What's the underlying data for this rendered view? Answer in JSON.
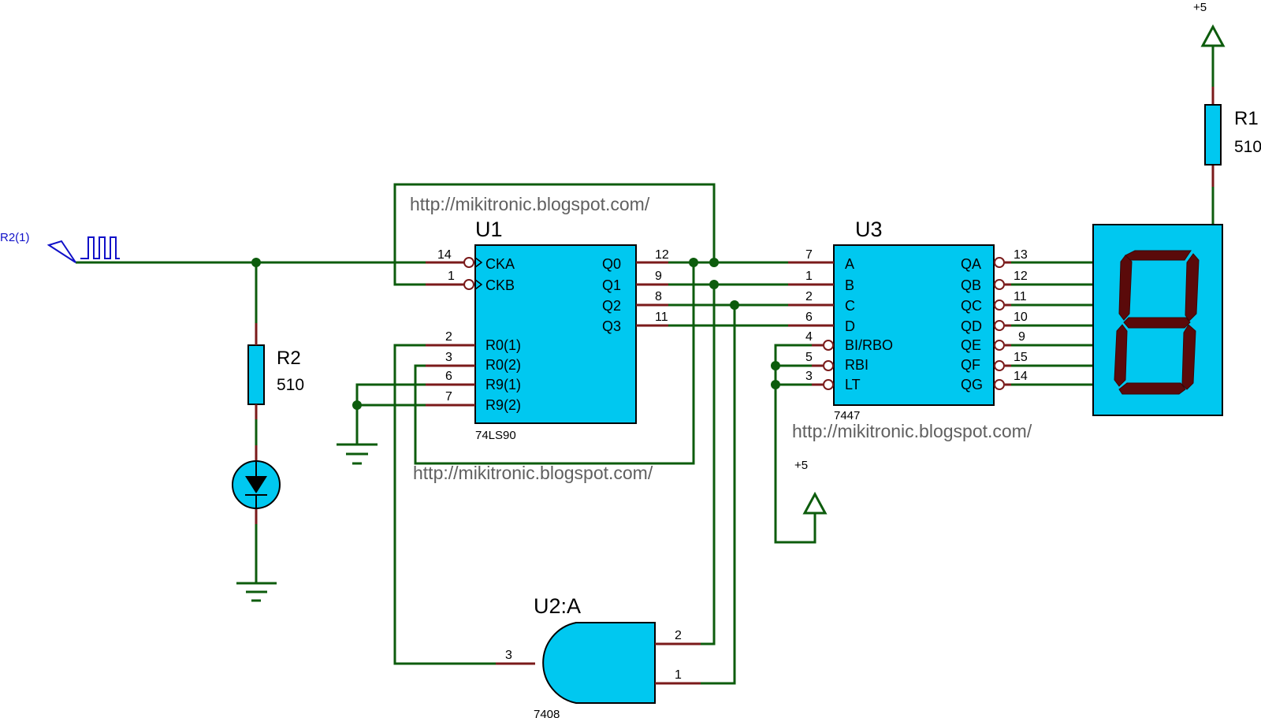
{
  "colors": {
    "wire": "#0d5c0d",
    "pin": "#7a1a1a",
    "chip": "#00c8f0",
    "chip_border": "#000000",
    "segment_on": "#5a0a0a",
    "signal": "#1010c8"
  },
  "watermark": "http://mikitronic.blogspot.com/",
  "generator": {
    "label": "R2(1)"
  },
  "power_label": "+5",
  "r1": {
    "ref": "R1",
    "value": "510"
  },
  "r2": {
    "ref": "R2",
    "value": "510"
  },
  "u1": {
    "ref": "U1",
    "part": "74LS90",
    "left_pins": [
      {
        "num": "14",
        "name": "CKA"
      },
      {
        "num": "1",
        "name": "CKB"
      },
      {
        "num": "2",
        "name": "R0(1)"
      },
      {
        "num": "3",
        "name": "R0(2)"
      },
      {
        "num": "6",
        "name": "R9(1)"
      },
      {
        "num": "7",
        "name": "R9(2)"
      }
    ],
    "right_pins": [
      {
        "num": "12",
        "name": "Q0"
      },
      {
        "num": "9",
        "name": "Q1"
      },
      {
        "num": "8",
        "name": "Q2"
      },
      {
        "num": "11",
        "name": "Q3"
      }
    ]
  },
  "u2": {
    "ref": "U2:A",
    "part": "7408",
    "pins": [
      {
        "num": "3"
      },
      {
        "num": "2"
      },
      {
        "num": "1"
      }
    ]
  },
  "u3": {
    "ref": "U3",
    "part": "7447",
    "left_pins": [
      {
        "num": "7",
        "name": "A"
      },
      {
        "num": "1",
        "name": "B"
      },
      {
        "num": "2",
        "name": "C"
      },
      {
        "num": "6",
        "name": "D"
      },
      {
        "num": "4",
        "name": "BI/RBO"
      },
      {
        "num": "5",
        "name": "RBI"
      },
      {
        "num": "3",
        "name": "LT"
      }
    ],
    "right_pins": [
      {
        "num": "13",
        "name": "QA"
      },
      {
        "num": "12",
        "name": "QB"
      },
      {
        "num": "11",
        "name": "QC"
      },
      {
        "num": "10",
        "name": "QD"
      },
      {
        "num": "9",
        "name": "QE"
      },
      {
        "num": "15",
        "name": "QF"
      },
      {
        "num": "14",
        "name": "QG"
      }
    ]
  },
  "display": {
    "shown_digit": "8",
    "segments_lit": [
      "a",
      "b",
      "c",
      "d",
      "e",
      "f",
      "g"
    ]
  }
}
